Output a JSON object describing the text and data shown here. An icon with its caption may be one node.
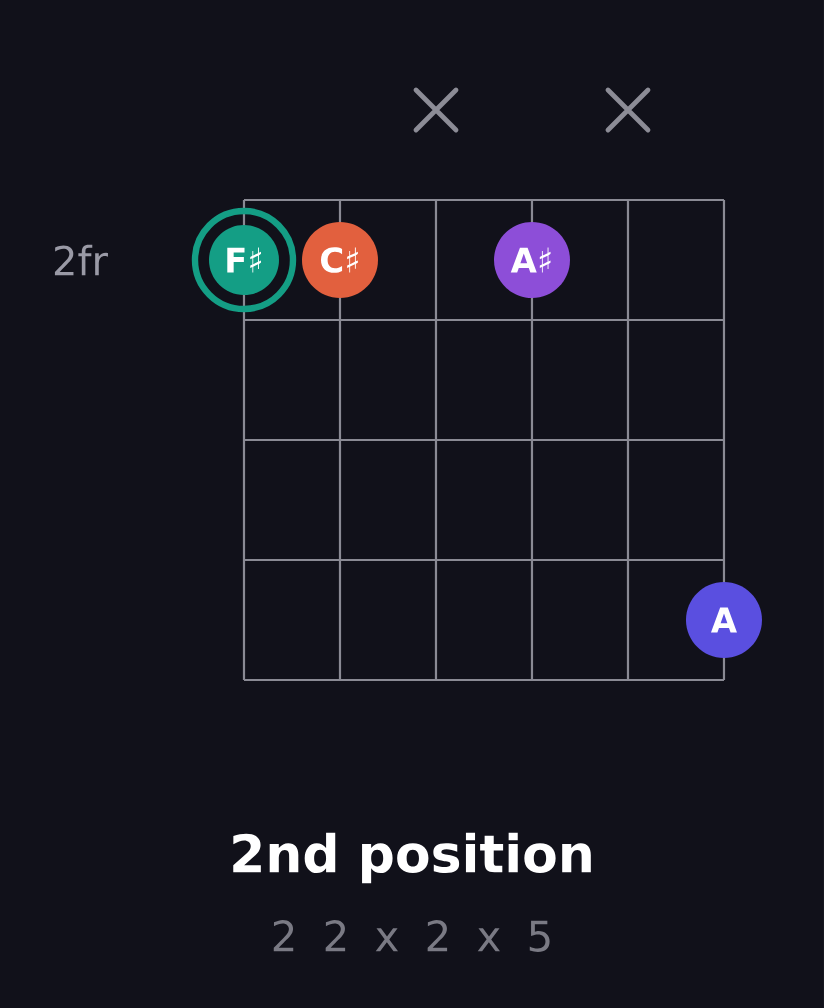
{
  "diagram": {
    "title": "2nd position",
    "caption": "2 2 x 2 x 5",
    "nodes": [
      {
        "text": [
          "F♯"
        ]
      },
      {
        "text": [
          "C♯"
        ]
      },
      {
        "text": [
          "A♯"
        ]
      },
      {
        "text": [
          "A"
        ]
      }
    ],
    "labels": [
      "2fr"
    ]
  }
}
